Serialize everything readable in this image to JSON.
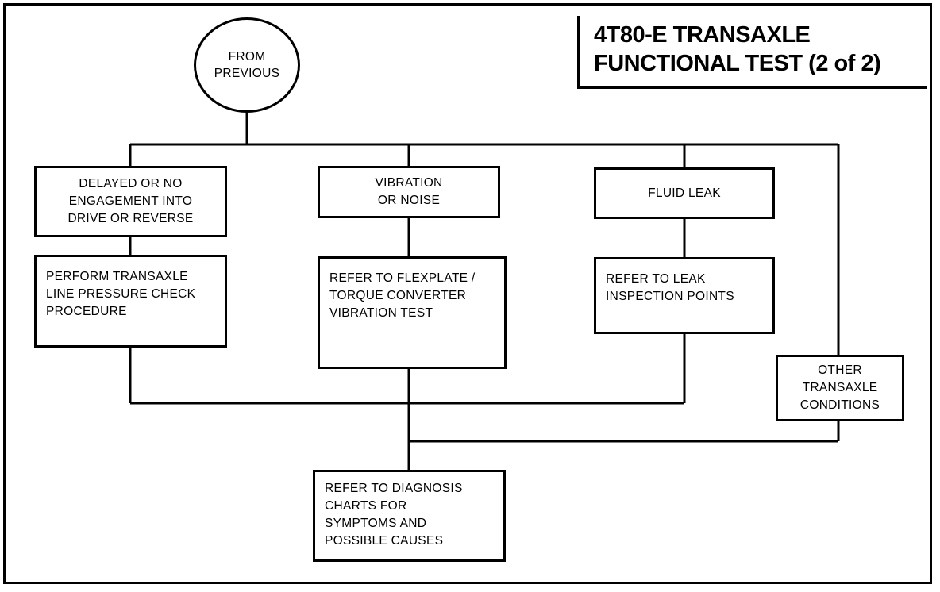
{
  "title": {
    "line1": "4T80-E TRANSAXLE",
    "line2": "FUNCTIONAL TEST (2 of 2)"
  },
  "start": {
    "lines": [
      "FROM",
      "PREVIOUS"
    ]
  },
  "symptoms": {
    "delayed": [
      "DELAYED OR NO",
      "ENGAGEMENT INTO",
      "DRIVE OR REVERSE"
    ],
    "vibration": [
      "VIBRATION",
      "OR NOISE"
    ],
    "fluid_leak": [
      "FLUID LEAK"
    ],
    "other": [
      "OTHER",
      "TRANSAXLE",
      "CONDITIONS"
    ]
  },
  "actions": {
    "line_pressure": [
      "PERFORM TRANSAXLE",
      "LINE PRESSURE CHECK",
      "PROCEDURE"
    ],
    "flexplate": [
      "REFER TO FLEXPLATE /",
      "TORQUE CONVERTER",
      "VIBRATION TEST"
    ],
    "leak_points": [
      "REFER TO LEAK",
      "INSPECTION POINTS"
    ]
  },
  "final": {
    "lines": [
      "REFER TO DIAGNOSIS",
      "CHARTS FOR",
      "SYMPTOMS AND",
      "POSSIBLE CAUSES"
    ]
  }
}
